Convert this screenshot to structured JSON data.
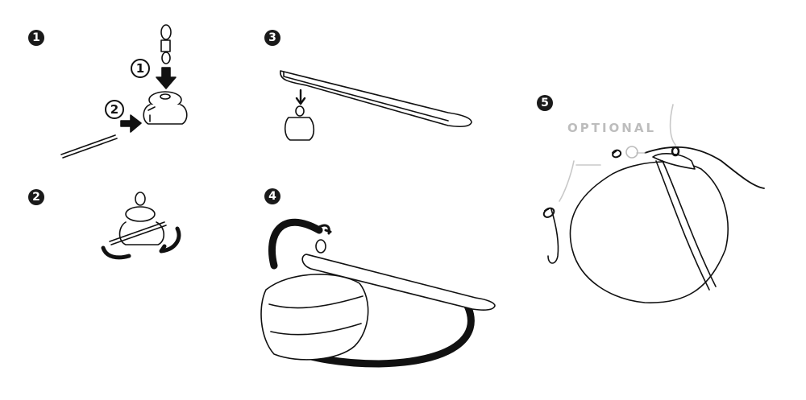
{
  "steps": [
    {
      "number": "1",
      "substeps": [
        "1",
        "2"
      ]
    },
    {
      "number": "2"
    },
    {
      "number": "3"
    },
    {
      "number": "4"
    },
    {
      "number": "5",
      "label": "OPTIONAL"
    }
  ],
  "colors": {
    "ink": "#111111",
    "optional": "#bdbdbd",
    "background": "#ffffff"
  }
}
